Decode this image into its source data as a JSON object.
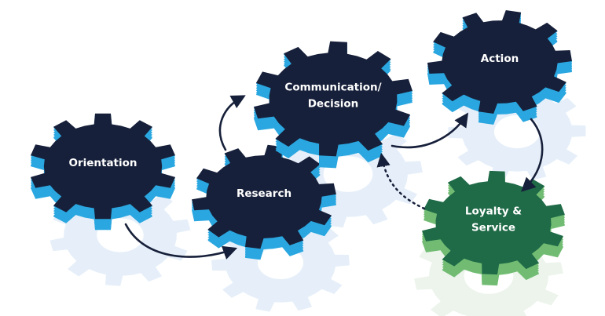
{
  "colors": {
    "gear_top": "#17203a",
    "gear_side": "#2aa7e0",
    "gear_shadow": "#e3edf8",
    "loyalty_top": "#1f6a47",
    "loyalty_side": "#71bc72",
    "loyalty_shadow": "#eaf3ea",
    "arrow": "#17203a",
    "label": "#ffffff"
  },
  "stages": [
    {
      "id": "orientation",
      "lines": [
        "Orientation"
      ]
    },
    {
      "id": "research",
      "lines": [
        "Research"
      ]
    },
    {
      "id": "communication",
      "lines": [
        "Communication/",
        "Decision"
      ]
    },
    {
      "id": "action",
      "lines": [
        "Action"
      ]
    },
    {
      "id": "loyalty",
      "lines": [
        "Loyalty &",
        "Service"
      ]
    }
  ],
  "connectors": [
    {
      "from": "orientation",
      "to": "research",
      "style": "solid"
    },
    {
      "from": "research",
      "to": "communication",
      "style": "solid"
    },
    {
      "from": "communication",
      "to": "action",
      "style": "solid"
    },
    {
      "from": "action",
      "to": "loyalty",
      "style": "solid"
    },
    {
      "from": "loyalty",
      "to": "communication",
      "style": "dotted"
    }
  ]
}
